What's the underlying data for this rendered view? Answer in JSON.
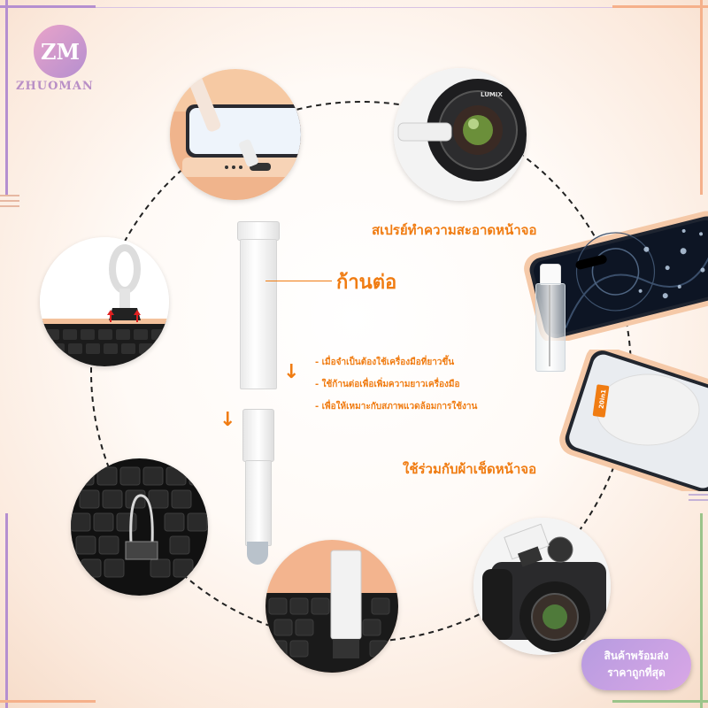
{
  "brand": {
    "name": "ZHUOMAN",
    "logo_letters": "ZM"
  },
  "callouts": {
    "spray": "สเปรย์ทำความสะอาดหน้าจอ",
    "extension": "ก้านต่อ",
    "cloth": "ใช้ร่วมกับผ้าเช็ดหน้าจอ"
  },
  "bullets": [
    "- เมื่อจำเป็นต้องใช้เครื่องมือที่ยาวขึ้น",
    "- ใช้ก้านต่อเพื่อเพิ่มความยาวเครื่องมือ",
    "- เพื่อให้เหมาะกับสภาพแวดล้อมการใช้งาน"
  ],
  "badge": {
    "line1": "สินค้าพร้อมส่ง",
    "line2": "ราคาถูกที่สุด"
  },
  "photo_labels": {
    "camera_brand": "LUMIX",
    "cloth_tag": "20in1"
  },
  "colors": {
    "accent": "#f07c12",
    "frame_purple": "#b58fd0",
    "frame_peach": "#f5b08a",
    "frame_green": "#9bc48a"
  }
}
